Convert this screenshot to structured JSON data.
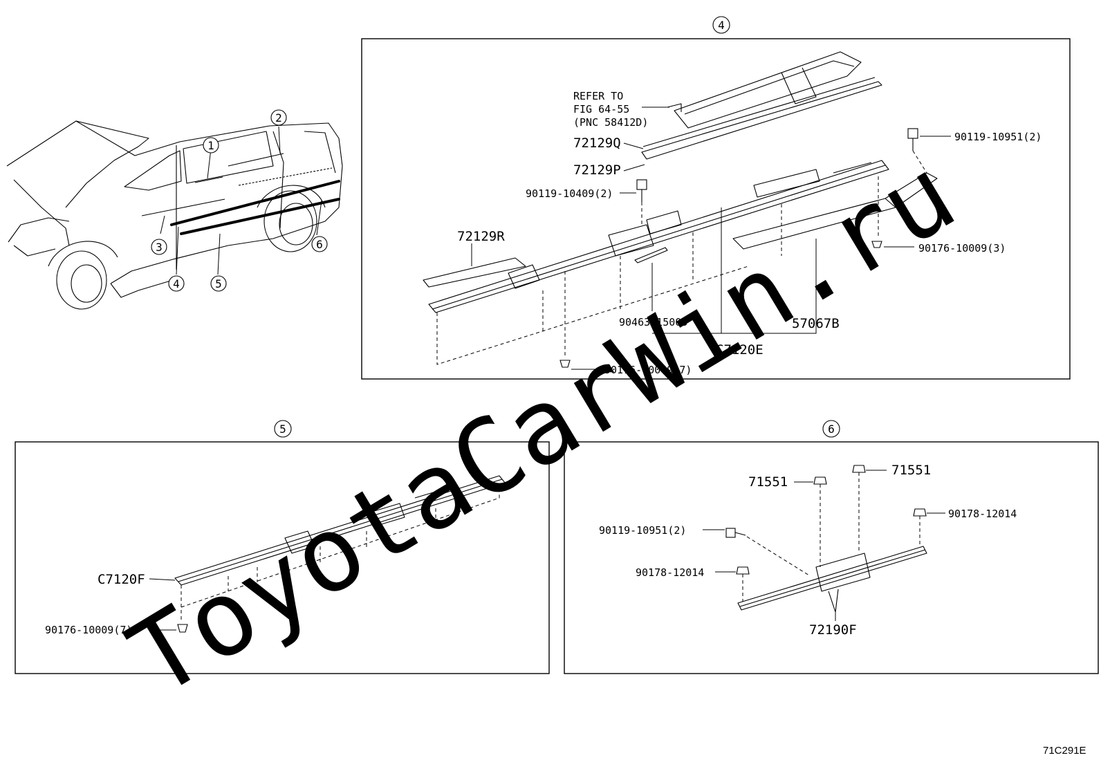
{
  "watermark": "ToyotaCarWin.ru",
  "figure_code": "71C291E",
  "overview": {
    "callouts": [
      "1",
      "2",
      "3",
      "4",
      "5",
      "6"
    ]
  },
  "panel4": {
    "number": "4",
    "refer_lines": [
      "REFER TO",
      "FIG 64-55",
      "(PNC 58412D)"
    ],
    "labels": {
      "q": "72129Q",
      "p": "72129P",
      "r": "72129R",
      "bolt_left": "90119-10409(2)",
      "bolt_right": "90119-10951(2)",
      "clip_right": "90176-10009(3)",
      "pin": "90463-15003",
      "bracket": "57067B",
      "assembly": "C7120E",
      "clip_bottom": "90176-10009(7)"
    }
  },
  "panel5": {
    "number": "5",
    "labels": {
      "assembly": "C7120F",
      "clip": "90176-10009(7)"
    }
  },
  "panel6": {
    "number": "6",
    "labels": {
      "nut_left": "71551",
      "nut_right": "71551",
      "nut_far": "90178-12014",
      "bolt": "90119-10951(2)",
      "nut_near": "90178-12014",
      "assembly": "72190F"
    }
  }
}
